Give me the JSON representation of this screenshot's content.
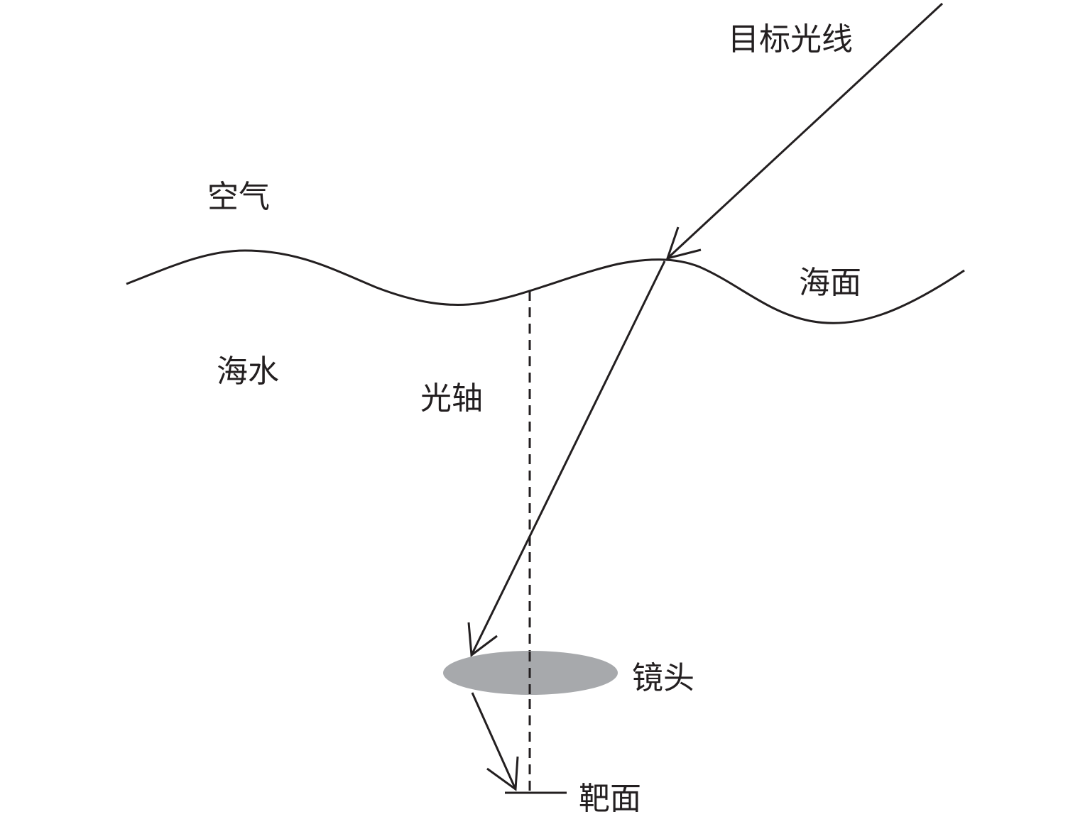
{
  "labels": {
    "target_ray": "目标光线",
    "air": "空气",
    "sea_surface": "海面",
    "seawater": "海水",
    "optical_axis": "光轴",
    "lens": "镜头",
    "target_plane": "靶面"
  },
  "colors": {
    "stroke": "#231f20",
    "lens_fill": "#a7a9ac",
    "background": "#ffffff"
  }
}
